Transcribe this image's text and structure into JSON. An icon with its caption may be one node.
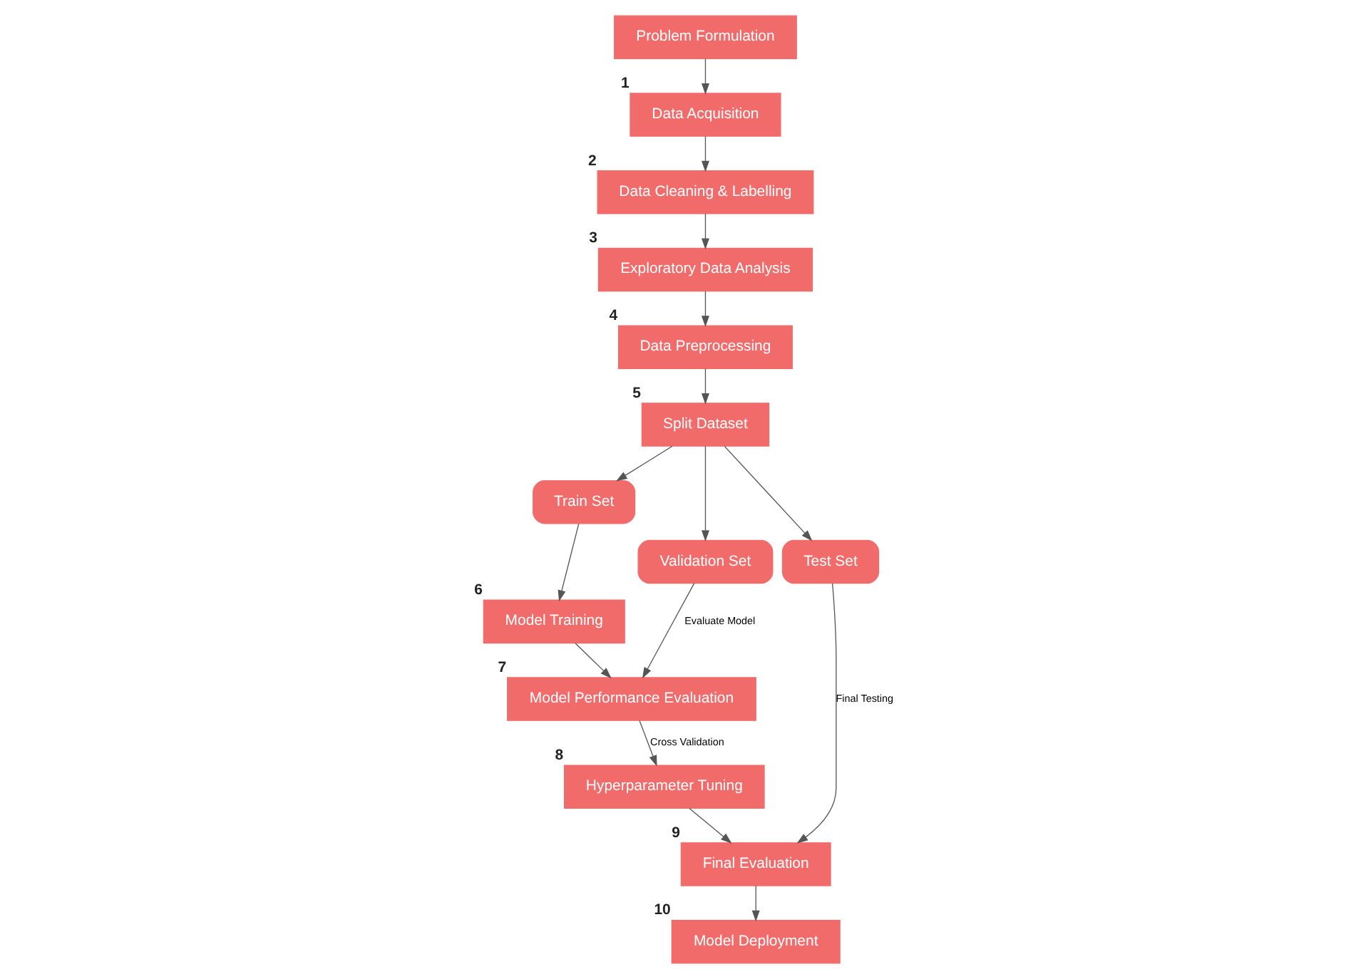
{
  "diagram": {
    "nodes": [
      {
        "text": [
          "Problem Formulation"
        ]
      },
      {
        "text": [
          "Data Acquisition"
        ],
        "beside": [
          "1"
        ]
      },
      {
        "text": [
          "Data Cleaning & Labelling"
        ],
        "beside": [
          "2"
        ]
      },
      {
        "text": [
          "Exploratory Data Analysis"
        ],
        "beside": [
          "3"
        ]
      },
      {
        "text": [
          "Data Preprocessing"
        ],
        "beside": [
          "4"
        ]
      },
      {
        "text": [
          "Split Dataset"
        ],
        "beside": [
          "5"
        ]
      },
      {
        "text": [
          "Train Set"
        ]
      },
      {
        "text": [
          "Validation Set"
        ]
      },
      {
        "text": [
          "Test Set"
        ]
      },
      {
        "text": [
          "Model Training"
        ],
        "beside": [
          "6"
        ]
      },
      {
        "text": [
          "Model Performance Evaluation"
        ],
        "beside": [
          "7"
        ]
      },
      {
        "text": [
          "Hyperparameter Tuning"
        ],
        "beside": [
          "8"
        ]
      },
      {
        "text": [
          "Final Evaluation"
        ],
        "beside": [
          "9"
        ]
      },
      {
        "text": [
          "Model Deployment"
        ],
        "beside": [
          "10"
        ]
      }
    ],
    "edges": [
      {
        "from": 0,
        "to": 1,
        "arrow": "to"
      },
      {
        "from": 1,
        "to": 2,
        "arrow": "to"
      },
      {
        "from": 2,
        "to": 3,
        "arrow": "to"
      },
      {
        "from": 3,
        "to": 4,
        "arrow": "to"
      },
      {
        "from": 4,
        "to": 5,
        "arrow": "to"
      },
      {
        "from": 5,
        "to": 6,
        "arrow": "to"
      },
      {
        "from": 5,
        "to": 7,
        "arrow": "to"
      },
      {
        "from": 5,
        "to": 8,
        "arrow": "to"
      },
      {
        "from": 6,
        "to": 9,
        "arrow": "to"
      },
      {
        "from": 9,
        "to": 10,
        "arrow": "to"
      },
      {
        "from": 7,
        "to": 10,
        "arrow": "to",
        "label": "Evaluate Model"
      },
      {
        "from": 10,
        "to": 11,
        "arrow": "to",
        "label": "Cross Validation"
      },
      {
        "from": 11,
        "to": 12,
        "arrow": "to"
      },
      {
        "from": 8,
        "to": 12,
        "arrow": "to",
        "label": "Final Testing"
      },
      {
        "from": 12,
        "to": 13,
        "arrow": "to"
      }
    ]
  }
}
